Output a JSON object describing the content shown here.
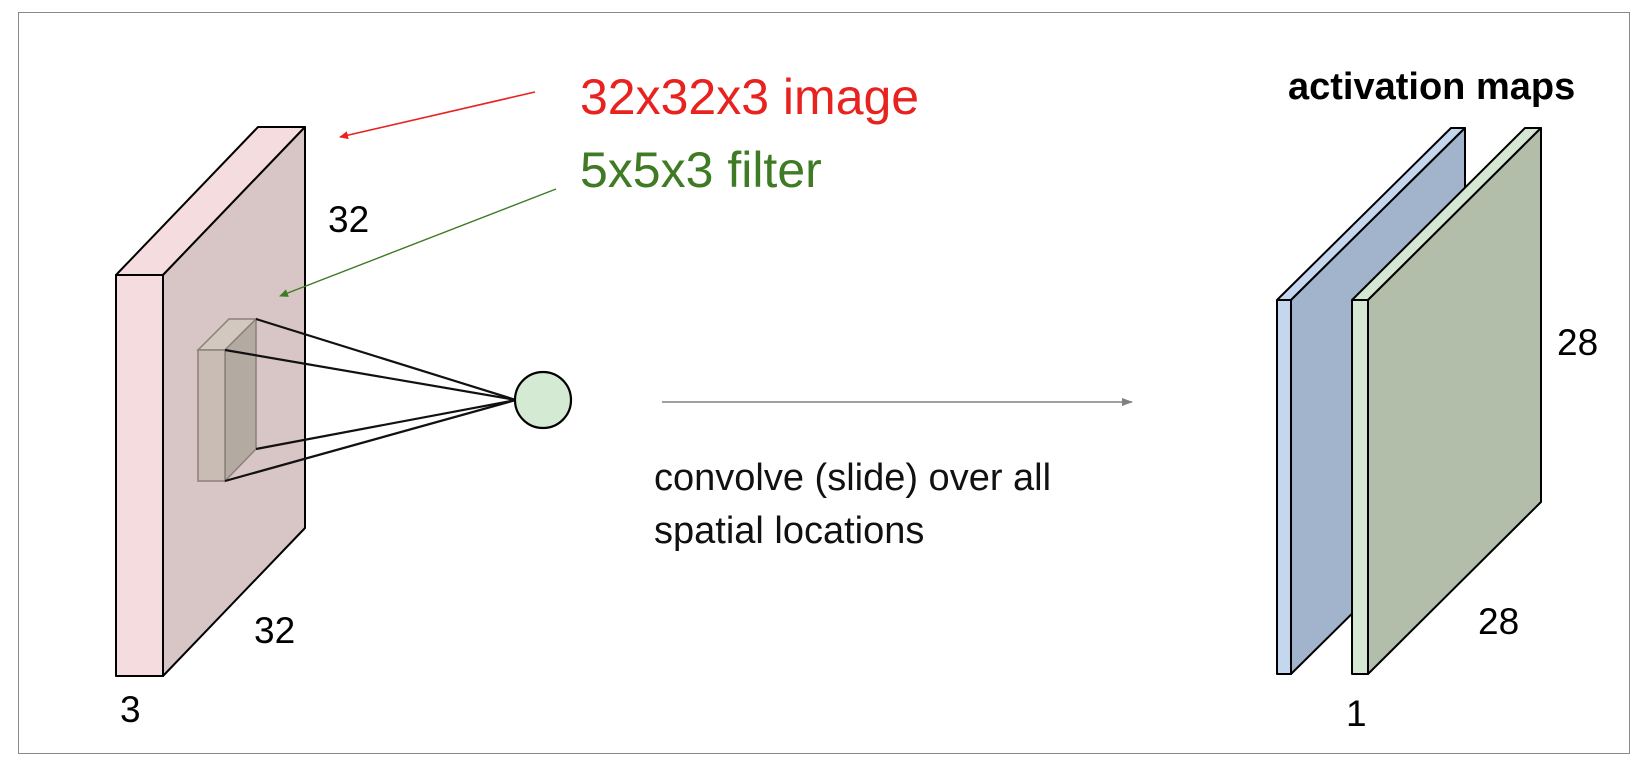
{
  "labels": {
    "image_label": "32x32x3 image",
    "filter_label": "5x5x3 filter",
    "input_height": "32",
    "input_width": "32",
    "input_depth": "3",
    "caption_line1": "convolve (slide) over all",
    "caption_line2": "spatial locations",
    "activation_title": "activation maps",
    "output_height": "28",
    "output_width": "28",
    "output_depth": "1"
  },
  "colors": {
    "image_label": "#e8231f",
    "filter_label": "#3f7a24",
    "input_front": "#d8c6c6",
    "input_edge": "#f4dcdf",
    "filter_front": "#c8bcb4",
    "filter_side": "#b3aaa2",
    "neuron": "#d4ead3",
    "map1_front": "#a2b4cc",
    "map1_edge": "#c5d6ef",
    "map2_front": "#b2bea9",
    "map2_edge": "#d5e6d2"
  }
}
